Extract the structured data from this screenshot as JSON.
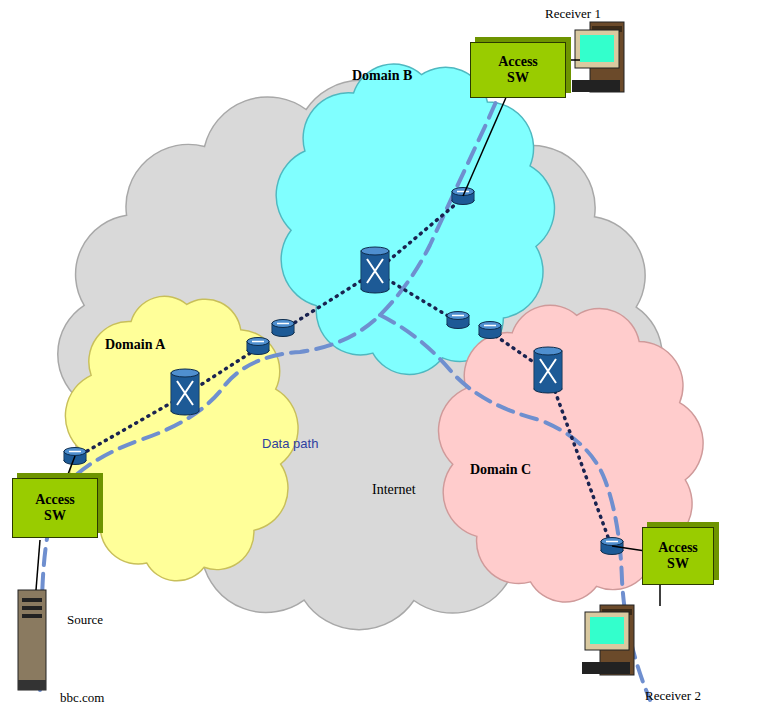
{
  "diagram": {
    "nodes": [
      {
        "text": [
          "Internet"
        ]
      },
      {
        "text": [
          "Domain B"
        ],
        "in": 0
      },
      {
        "text": [
          "Domain A"
        ],
        "in": 0
      },
      {
        "text": [
          "Domain C"
        ],
        "in": 0
      },
      {
        "text": [
          "Access SW"
        ]
      },
      {
        "text": [
          "Access SW"
        ]
      },
      {
        "text": [
          "Access SW"
        ]
      }
    ],
    "edges": [
      {
        "from": 5,
        "to": 2,
        "arrow": "none"
      },
      {
        "from": 1,
        "to": 4,
        "arrow": "none"
      },
      {
        "from": 3,
        "to": 6,
        "arrow": "none"
      }
    ],
    "labels": [
      "Receiver 1",
      "Data path",
      "Source",
      "bbc.com",
      "Receiver 2"
    ]
  }
}
